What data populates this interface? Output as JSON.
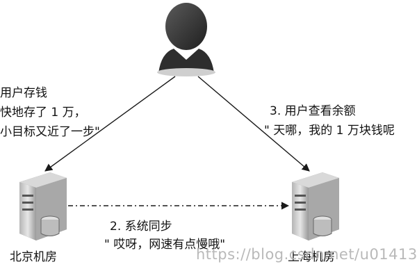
{
  "nodes": {
    "user": {
      "label": ""
    },
    "beijing": {
      "label": "北京机房"
    },
    "shanghai": {
      "label": "上海机房"
    }
  },
  "steps": {
    "step1": {
      "line1": "用户存钱",
      "line2": "快地存了 1 万，",
      "line3": "小目标又近了一步\""
    },
    "step2": {
      "line1": "2. 系统同步",
      "line2": "\" 哎呀，网速有点慢哦\""
    },
    "step3": {
      "line1": "3. 用户查看余额",
      "line2": "\" 天哪，我的 1 万块钱呢"
    }
  },
  "watermark": "https://blog.csdn.net/u01413",
  "colors": {
    "line": "#1a1a1a",
    "server": "#c8c8c8",
    "person": "#3a3a3a"
  }
}
